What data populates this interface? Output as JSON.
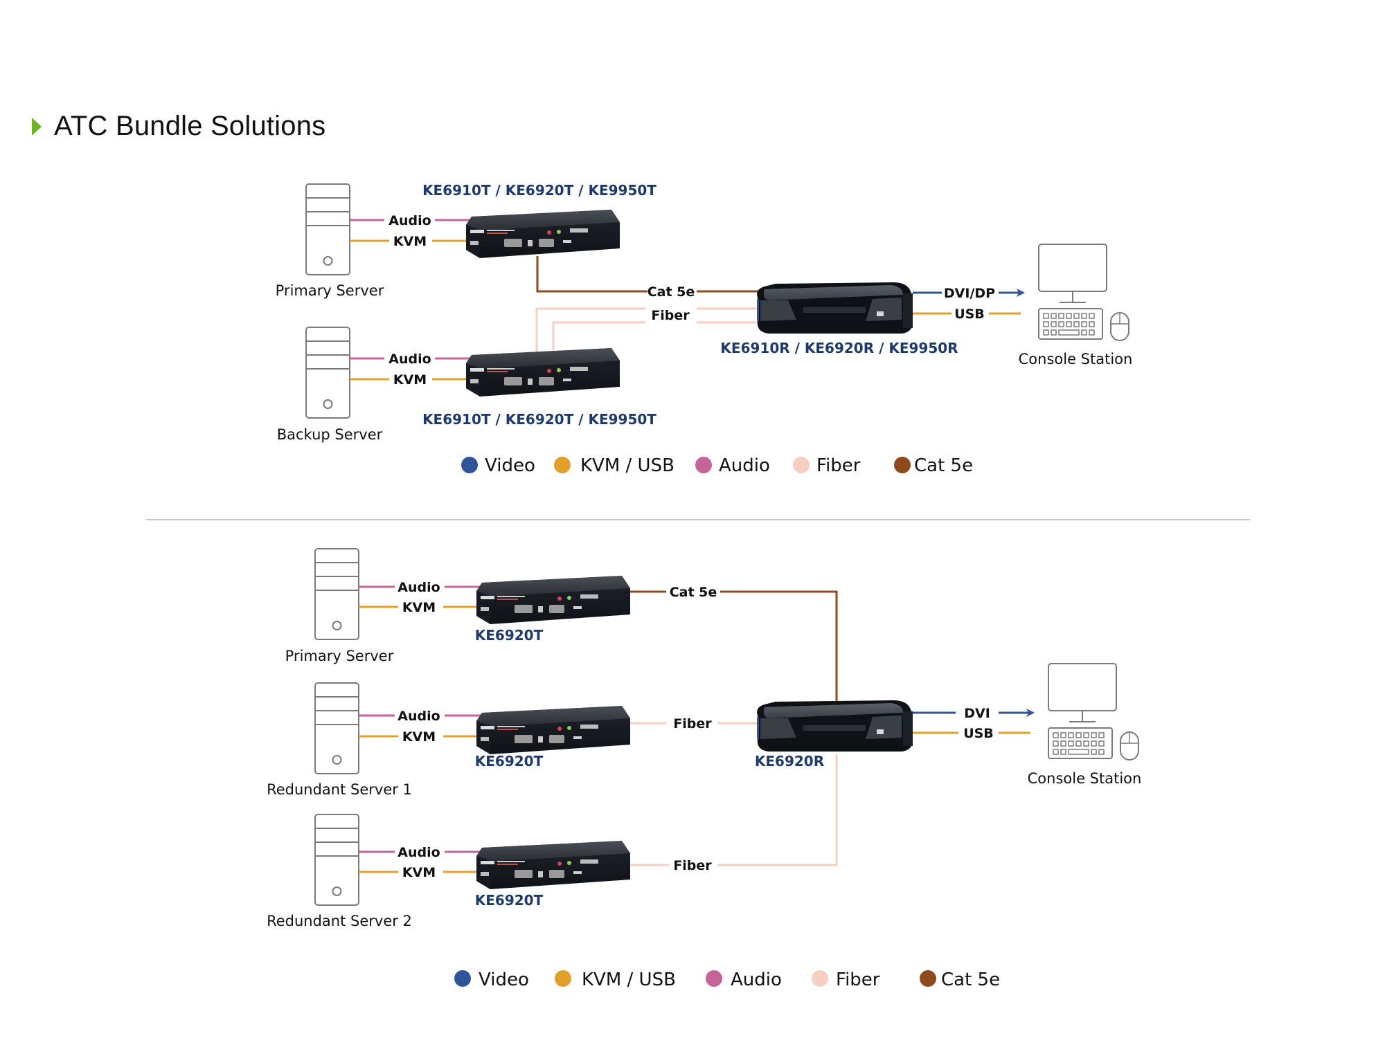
{
  "header": {
    "title": "ATC Bundle Solutions",
    "arrow_color": "#6cb52d"
  },
  "colors": {
    "video": "#2f5597",
    "kvm_usb": "#e0a02a",
    "audio": "#c6649a",
    "fiber": "#f7cfc2",
    "cat5e": "#8c4a1d",
    "model_text": "#1d3a6b",
    "icon_gray": "#7a7a7a"
  },
  "legend": [
    {
      "key": "video",
      "label": "Video"
    },
    {
      "key": "kvm_usb",
      "label": "KVM / USB"
    },
    {
      "key": "audio",
      "label": "Audio"
    },
    {
      "key": "fiber",
      "label": "Fiber"
    },
    {
      "key": "cat5e",
      "label": "Cat 5e"
    }
  ],
  "diagram1": {
    "servers": [
      {
        "label": "Primary Server",
        "audio_label": "Audio",
        "kvm_label": "KVM"
      },
      {
        "label": "Backup Server",
        "audio_label": "Audio",
        "kvm_label": "KVM"
      }
    ],
    "transmitters": [
      {
        "model": "KE6910T / KE6920T / KE9950T"
      },
      {
        "model": "KE6910T / KE6920T / KE9950T"
      }
    ],
    "links": {
      "cat5e_label": "Cat 5e",
      "fiber_label": "Fiber"
    },
    "receiver": {
      "model": "KE6910R / KE6920R / KE9950R"
    },
    "outputs": {
      "video_label": "DVI/DP",
      "usb_label": "USB"
    },
    "console": {
      "label": "Console Station"
    }
  },
  "diagram2": {
    "servers": [
      {
        "label": "Primary Server",
        "audio_label": "Audio",
        "kvm_label": "KVM"
      },
      {
        "label": "Redundant Server 1",
        "audio_label": "Audio",
        "kvm_label": "KVM"
      },
      {
        "label": "Redundant Server 2",
        "audio_label": "Audio",
        "kvm_label": "KVM"
      }
    ],
    "transmitters": [
      {
        "model": "KE6920T",
        "link_label": "Cat 5e"
      },
      {
        "model": "KE6920T",
        "link_label": "Fiber"
      },
      {
        "model": "KE6920T",
        "link_label": "Fiber"
      }
    ],
    "receiver": {
      "model": "KE6920R"
    },
    "outputs": {
      "video_label": "DVI",
      "usb_label": "USB"
    },
    "console": {
      "label": "Console Station"
    }
  }
}
